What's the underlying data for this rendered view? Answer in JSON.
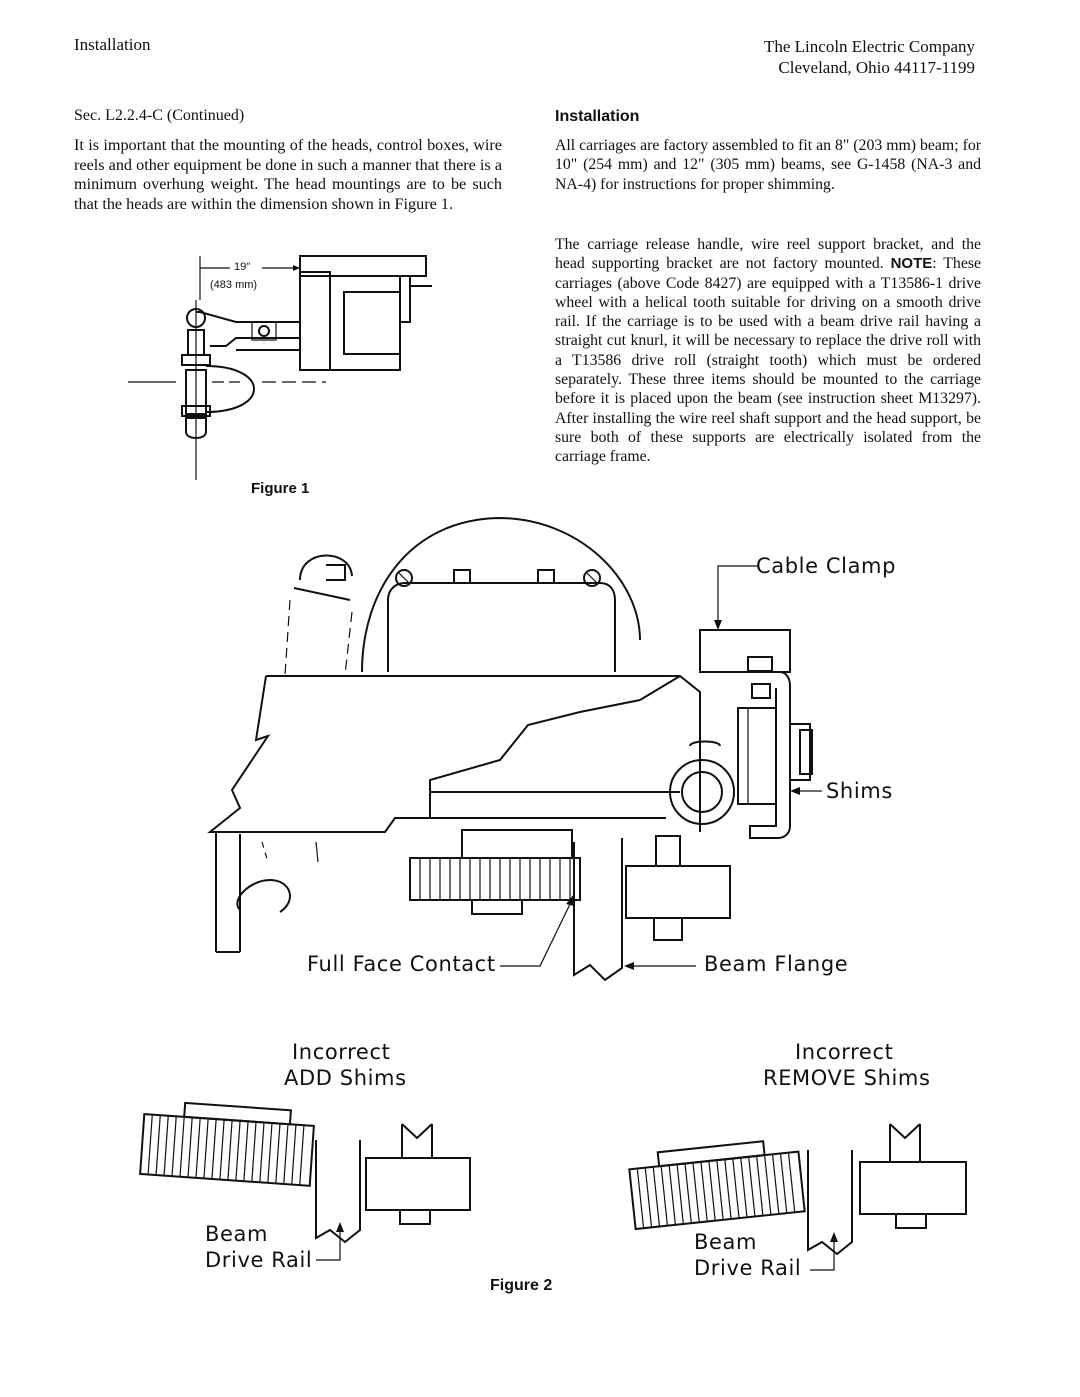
{
  "header": {
    "section": "Installation",
    "company": "The Lincoln Electric Company",
    "address": "Cleveland, Ohio 44117-1199"
  },
  "left_column": {
    "sec_ref": "Sec. L2.2.4-C (Continued)",
    "paragraph": "It is important that the mounting of the heads, control boxes, wire reels and other equipment be done in such a manner that there is a minimum overhung weight. The head mountings are to be such that the heads are within the dimension shown in Figure 1.",
    "figure1": {
      "dim_inch": "19\"",
      "dim_mm": "(483 mm)",
      "caption": "Figure 1"
    }
  },
  "right_column": {
    "heading": "Installation",
    "para1": "All carriages are factory assembled to fit an 8\" (203 mm) beam; for 10\" (254 mm) and 12\" (305 mm) beams, see G-1458 (NA-3 and NA-4) for instructions for proper shimming.",
    "para2_lead": "The carriage release handle, wire reel support bracket, and the head supporting bracket are not factory mounted.",
    "note_label": "NOTE",
    "para2_rest": ": These carriages (above Code 8427) are equipped with a T13586-1 drive wheel with a helical tooth suitable for driving on a smooth drive rail. If the carriage is to be used with a beam drive rail having a straight cut knurl, it will be necessary to replace the drive roll with a T13586 drive roll (straight tooth) which must be ordered separately. These three items should be mounted to the carriage before it is placed upon the beam (see instruction sheet M13297). After installing the wire reel shaft support and the head support, be sure both of these supports are electrically isolated from the carriage frame."
  },
  "figure2": {
    "labels": {
      "cable_clamp": "Cable Clamp",
      "shims": "Shims",
      "full_face_contact": "Full Face Contact",
      "beam_flange": "Beam Flange"
    },
    "incorrect_left": {
      "title": "Incorrect",
      "action": "ADD Shims",
      "rail_label_1": "Beam",
      "rail_label_2": "Drive Rail"
    },
    "incorrect_right": {
      "title": "Incorrect",
      "action": "REMOVE Shims",
      "rail_label_1": "Beam",
      "rail_label_2": "Drive Rail"
    },
    "caption": "Figure 2"
  }
}
